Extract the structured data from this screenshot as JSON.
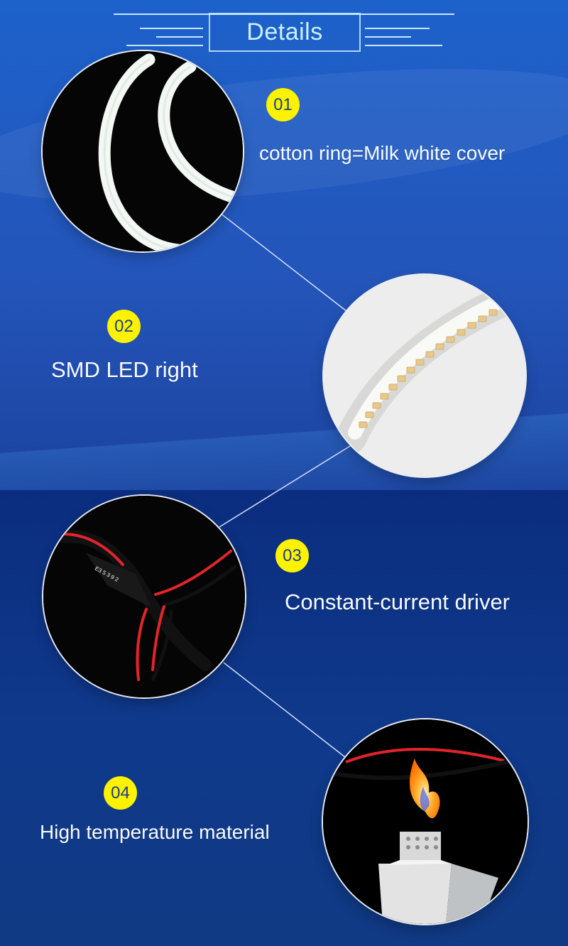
{
  "header": {
    "title": "Details"
  },
  "details": [
    {
      "number": "01",
      "label": "cotton ring=Milk white cover",
      "image_icon": "milk-white-ring-image"
    },
    {
      "number": "02",
      "label": "SMD LED right",
      "image_icon": "smd-led-strip-image"
    },
    {
      "number": "03",
      "label": "Constant-current driver",
      "image_icon": "driver-wire-image"
    },
    {
      "number": "04",
      "label": "High temperature material",
      "image_icon": "lighter-flame-image"
    }
  ],
  "colors": {
    "accent_yellow": "#fff200",
    "title_color": "#c9f1ff",
    "text_color": "#f7fbff"
  }
}
